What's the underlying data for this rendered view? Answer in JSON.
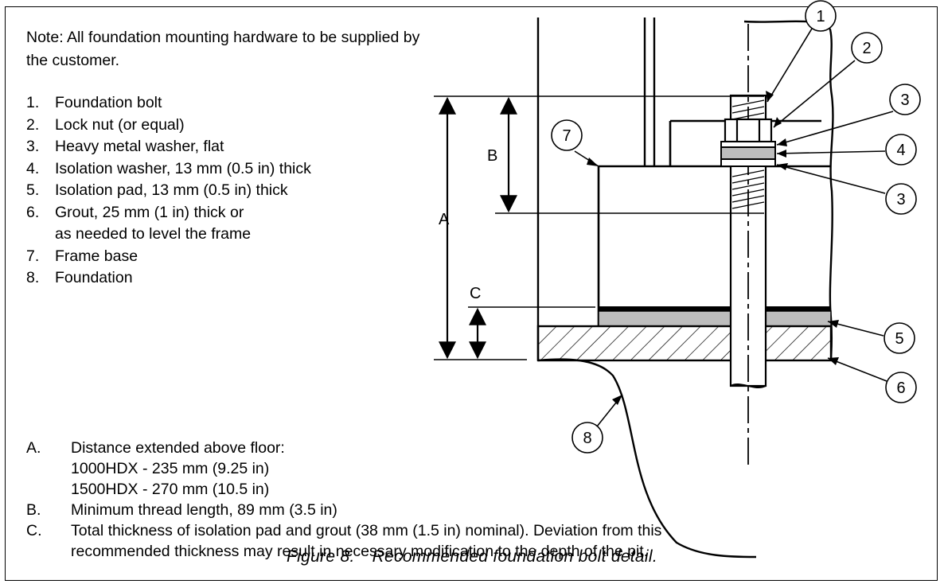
{
  "note": "Note:  All foundation mounting hardware to be supplied by the customer.",
  "items": [
    {
      "num": "1.",
      "label": "Foundation bolt"
    },
    {
      "num": "2.",
      "label": "Lock nut (or equal)"
    },
    {
      "num": "3.",
      "label": "Heavy metal washer, flat"
    },
    {
      "num": "4.",
      "label": "Isolation washer, 13 mm (0.5 in) thick"
    },
    {
      "num": "5.",
      "label": "Isolation pad, 13 mm (0.5 in) thick"
    },
    {
      "num": "6.",
      "label": "Grout, 25 mm (1 in) thick or"
    },
    {
      "num": "",
      "label": "as needed to level the frame"
    },
    {
      "num": "7.",
      "label": "Frame base"
    },
    {
      "num": "8.",
      "label": "Foundation"
    }
  ],
  "dimensions": {
    "a": {
      "letter": "A.",
      "title": "Distance extended above floor:",
      "line1": "1000HDX - 235 mm (9.25 in)",
      "line2": "1500HDX - 270 mm (10.5 in)"
    },
    "b": {
      "letter": "B.",
      "text": "Minimum thread length, 89 mm (3.5 in)"
    },
    "c": {
      "letter": "C.",
      "line1": "Total thickness of isolation pad and grout (38 mm (1.5 in) nominal).  Deviation from this",
      "line2": "recommended thickness may result in necessary modification to the depth of the pit."
    }
  },
  "drawing": {
    "dim_labels": {
      "a": "A",
      "b": "B",
      "c": "C"
    },
    "callouts": [
      "1",
      "2",
      "3",
      "4",
      "3",
      "7",
      "5",
      "6",
      "8"
    ]
  },
  "caption": {
    "number": "Figure 8.",
    "text": "Recommended foundation bolt detail."
  },
  "colors": {
    "ink": "#000000",
    "pad_fill": "#bdbdbd",
    "washer_fill": "#bdbdbd",
    "background": "#ffffff"
  }
}
